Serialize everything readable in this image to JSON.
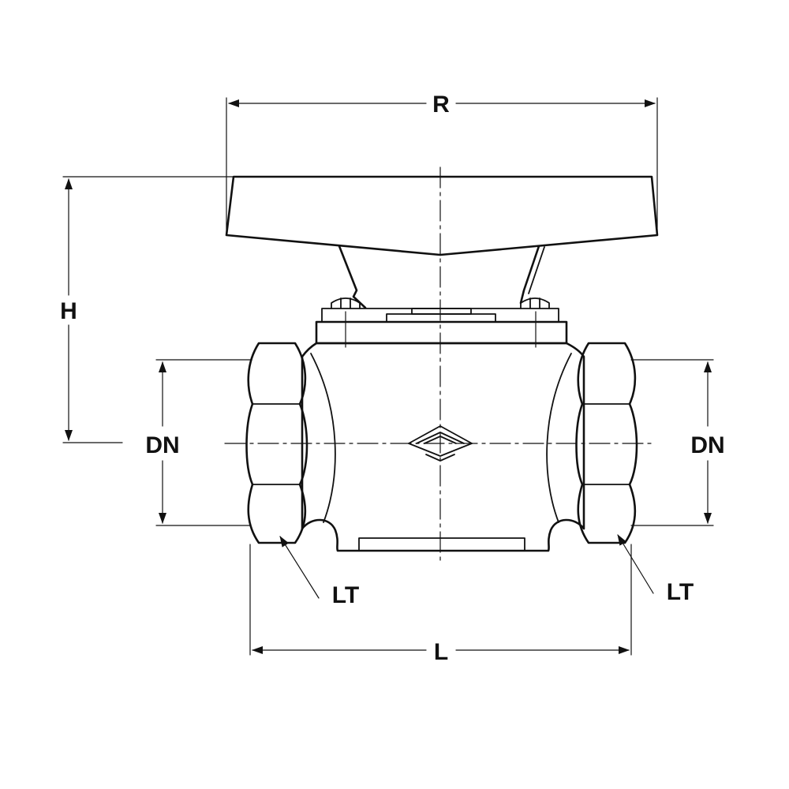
{
  "labels": {
    "r": "R",
    "h": "H",
    "dn_left": "DN",
    "dn_right": "DN",
    "lt_left": "LT",
    "lt_right": "LT",
    "l": "L"
  }
}
